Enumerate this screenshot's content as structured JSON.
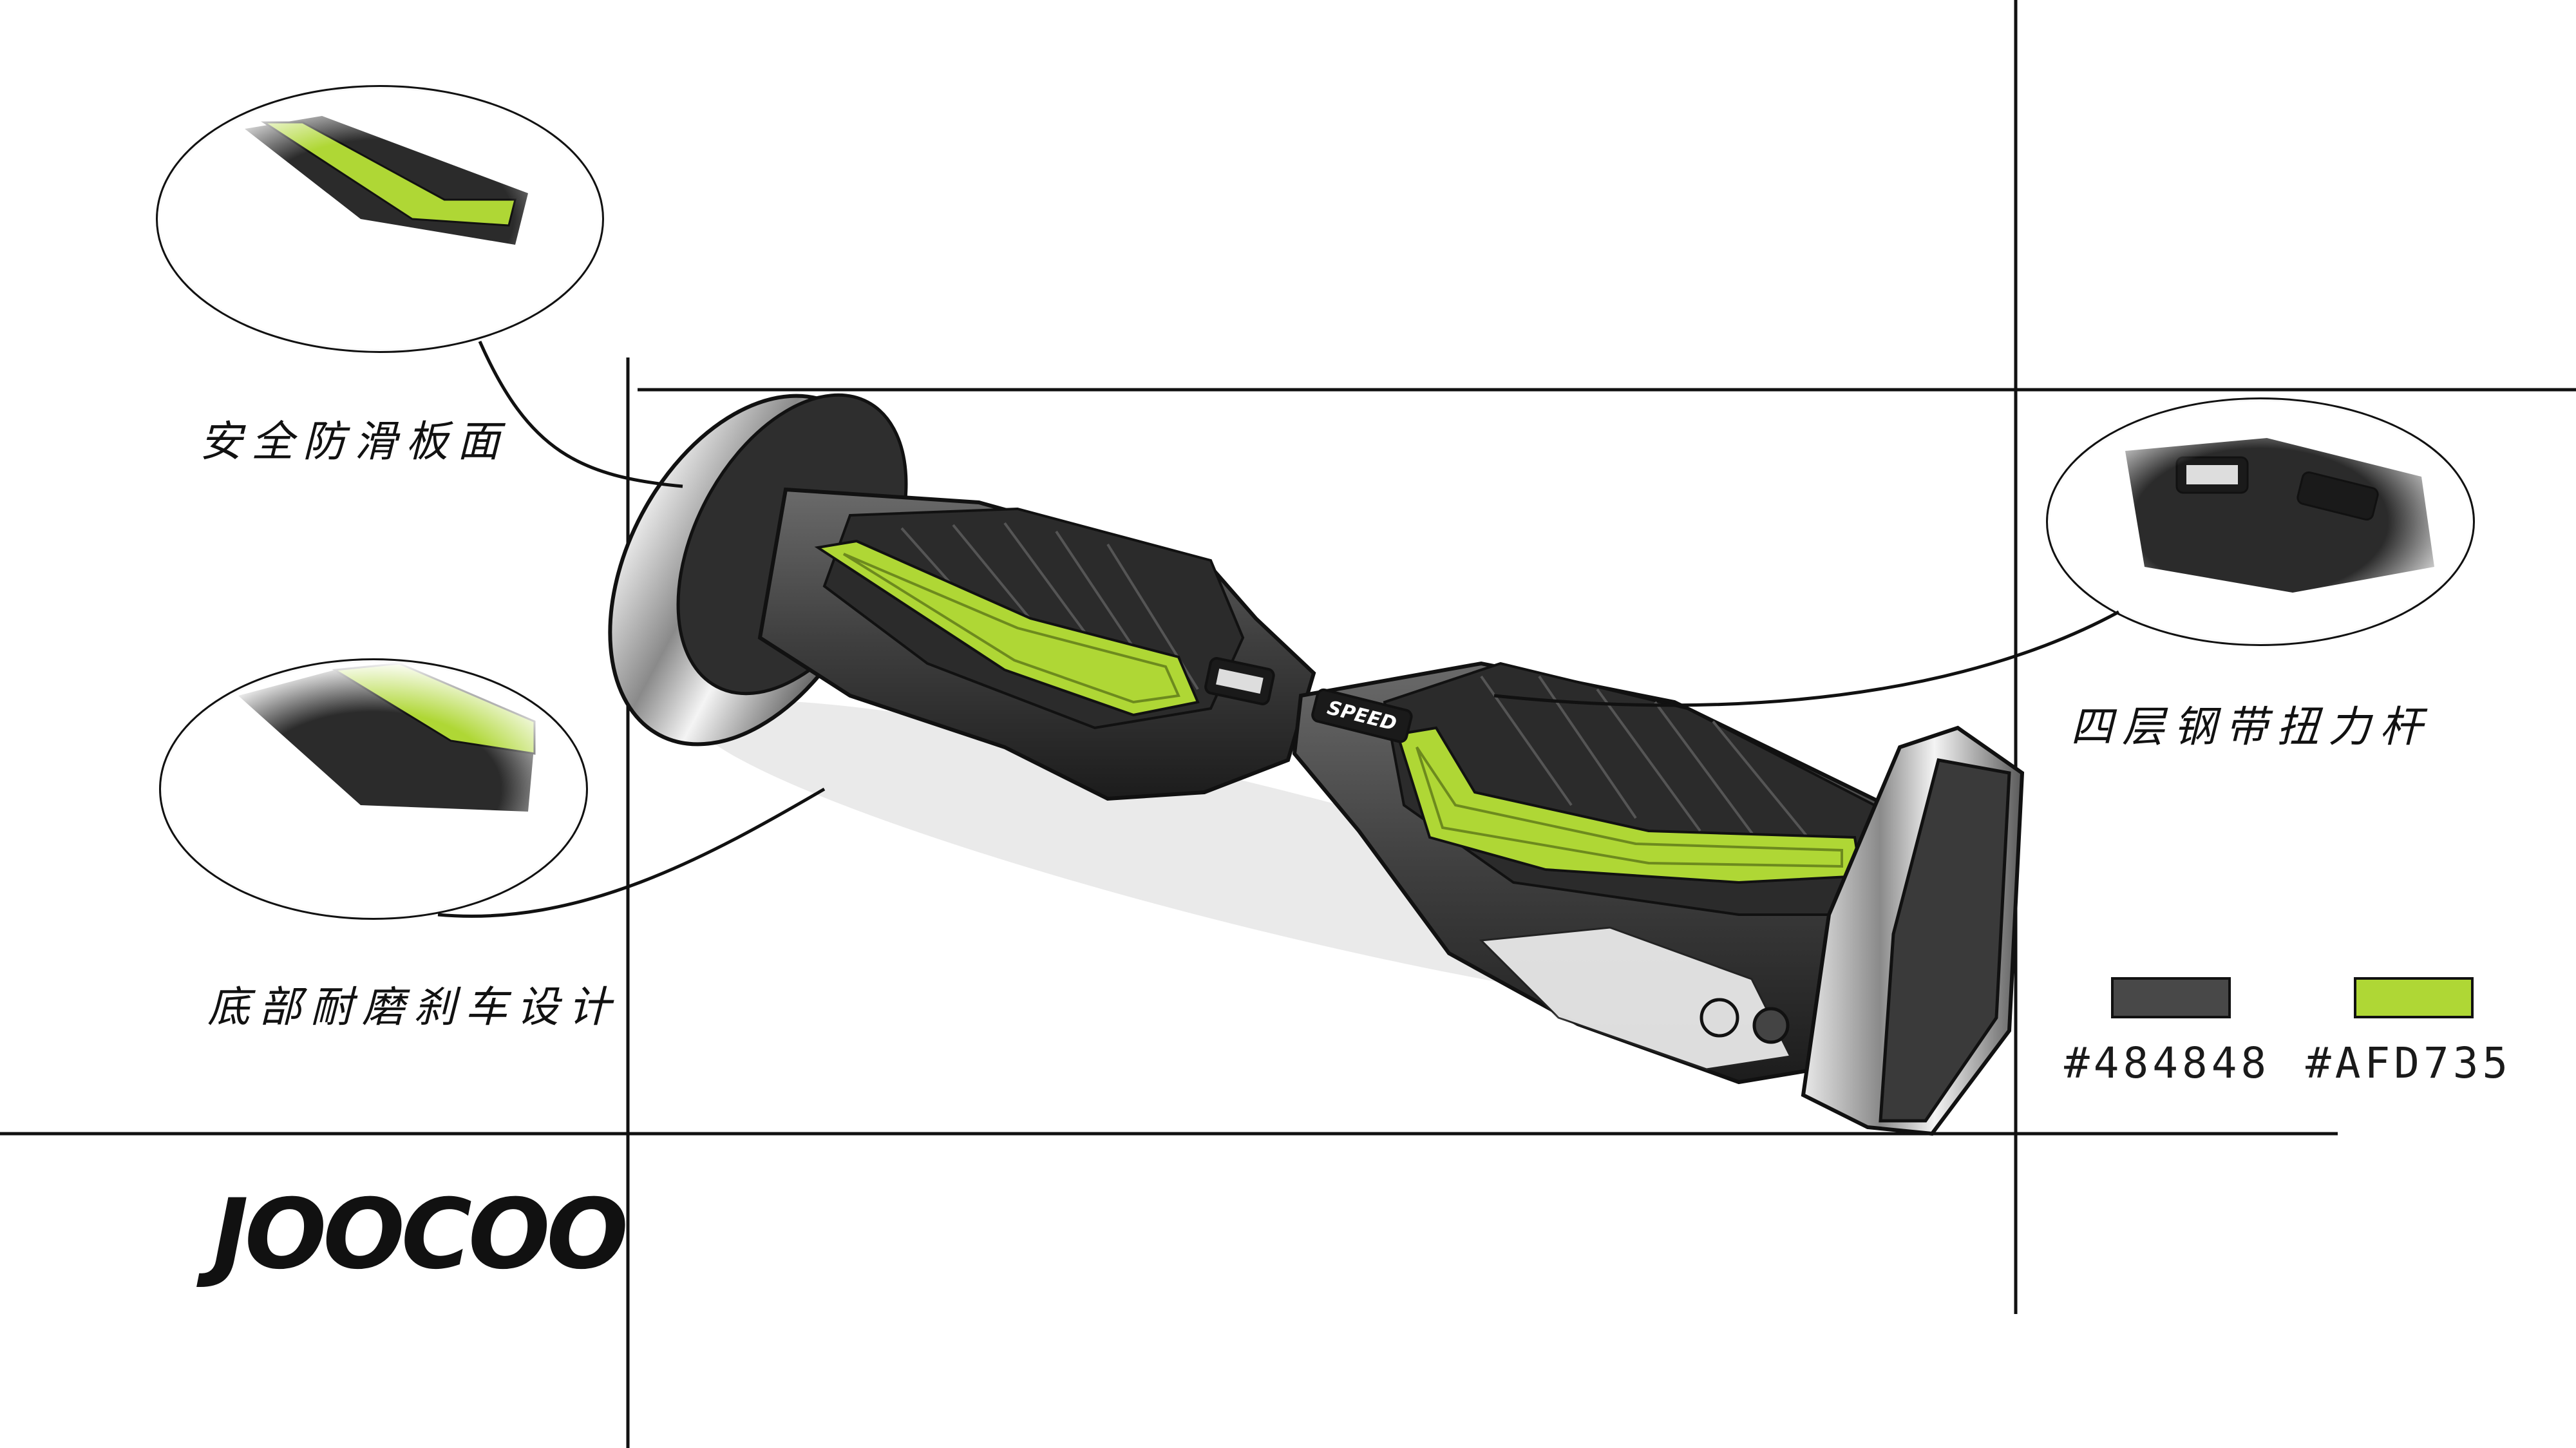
{
  "annotations": {
    "deck": "安全防滑板面",
    "brake": "底部耐磨刹车设计",
    "torsion": "四层钢带扭力杆"
  },
  "brand": {
    "logo": "JOOCOO"
  },
  "colors": {
    "body": "#484848",
    "accent": "#AFD735",
    "body_label": "#484848",
    "accent_label": "#AFD735"
  },
  "product": {
    "speed_badge": "SPEED"
  }
}
